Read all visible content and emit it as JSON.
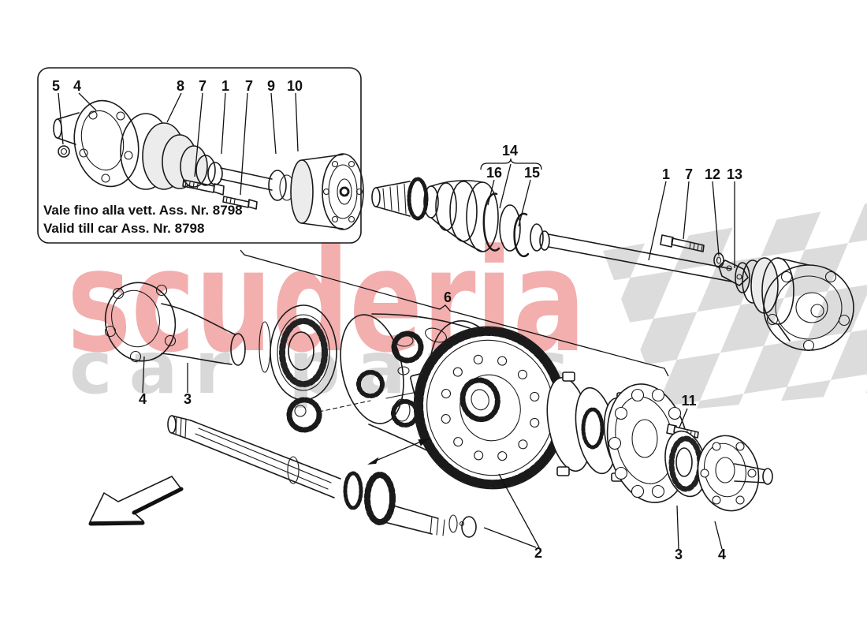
{
  "page": {
    "background": "#ffffff",
    "line_color": "#1a1a1a"
  },
  "watermark": {
    "title": "scuderia",
    "subtitle": "car parts",
    "title_color": "#f3aeae",
    "subtitle_color": "#d8d8d8",
    "flag_color": "#dcdcdc"
  },
  "inset": {
    "captions": [
      "Vale fino alla vett. Ass. Nr. 8798",
      "Valid till car Ass. Nr. 8798"
    ],
    "callouts": [
      "5",
      "4",
      "8",
      "7",
      "1",
      "7",
      "9",
      "10"
    ]
  },
  "axle": {
    "callouts": {
      "group": "14",
      "clamp_left": "16",
      "clamp_right": "15",
      "shaft": "1",
      "bolt": "7",
      "washer": "12",
      "plate": "13"
    }
  },
  "assembly": {
    "callouts": {
      "flange_left": "4",
      "bearing_left": "3",
      "group": "6",
      "pinion_set": "2",
      "bolt": "11",
      "bearing_right": "3",
      "flange_right": "4"
    }
  }
}
